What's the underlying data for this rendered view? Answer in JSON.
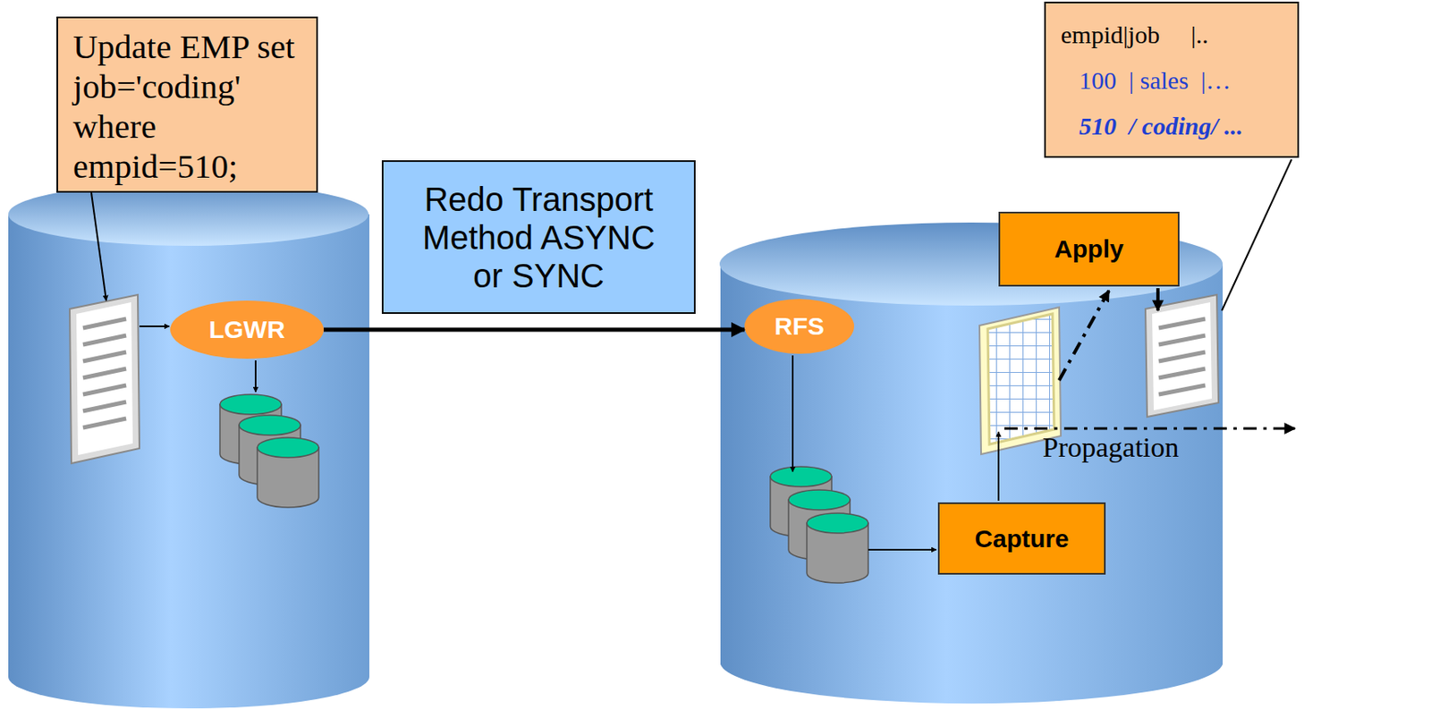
{
  "diagram": {
    "nodes": [
      {
        "text": [
          "Update EMP set job='coding' where empid=510;"
        ]
      },
      {
        "text": [
          "Redo Transport Method ASYNC or SYNC"
        ]
      },
      {
        "text": [
          "empid|job     |..",
          "100  | sales  |…",
          "510  / coding/ ..."
        ]
      },
      {
        "text": [
          "LGWR"
        ]
      },
      {
        "text": [
          "RFS"
        ]
      },
      {
        "text": [
          "Apply"
        ]
      },
      {
        "text": [
          "Capture"
        ]
      }
    ],
    "edges": [
      {
        "from": 3,
        "to": 4,
        "arrow": "to"
      }
    ],
    "labels": [
      "Propagation"
    ]
  }
}
